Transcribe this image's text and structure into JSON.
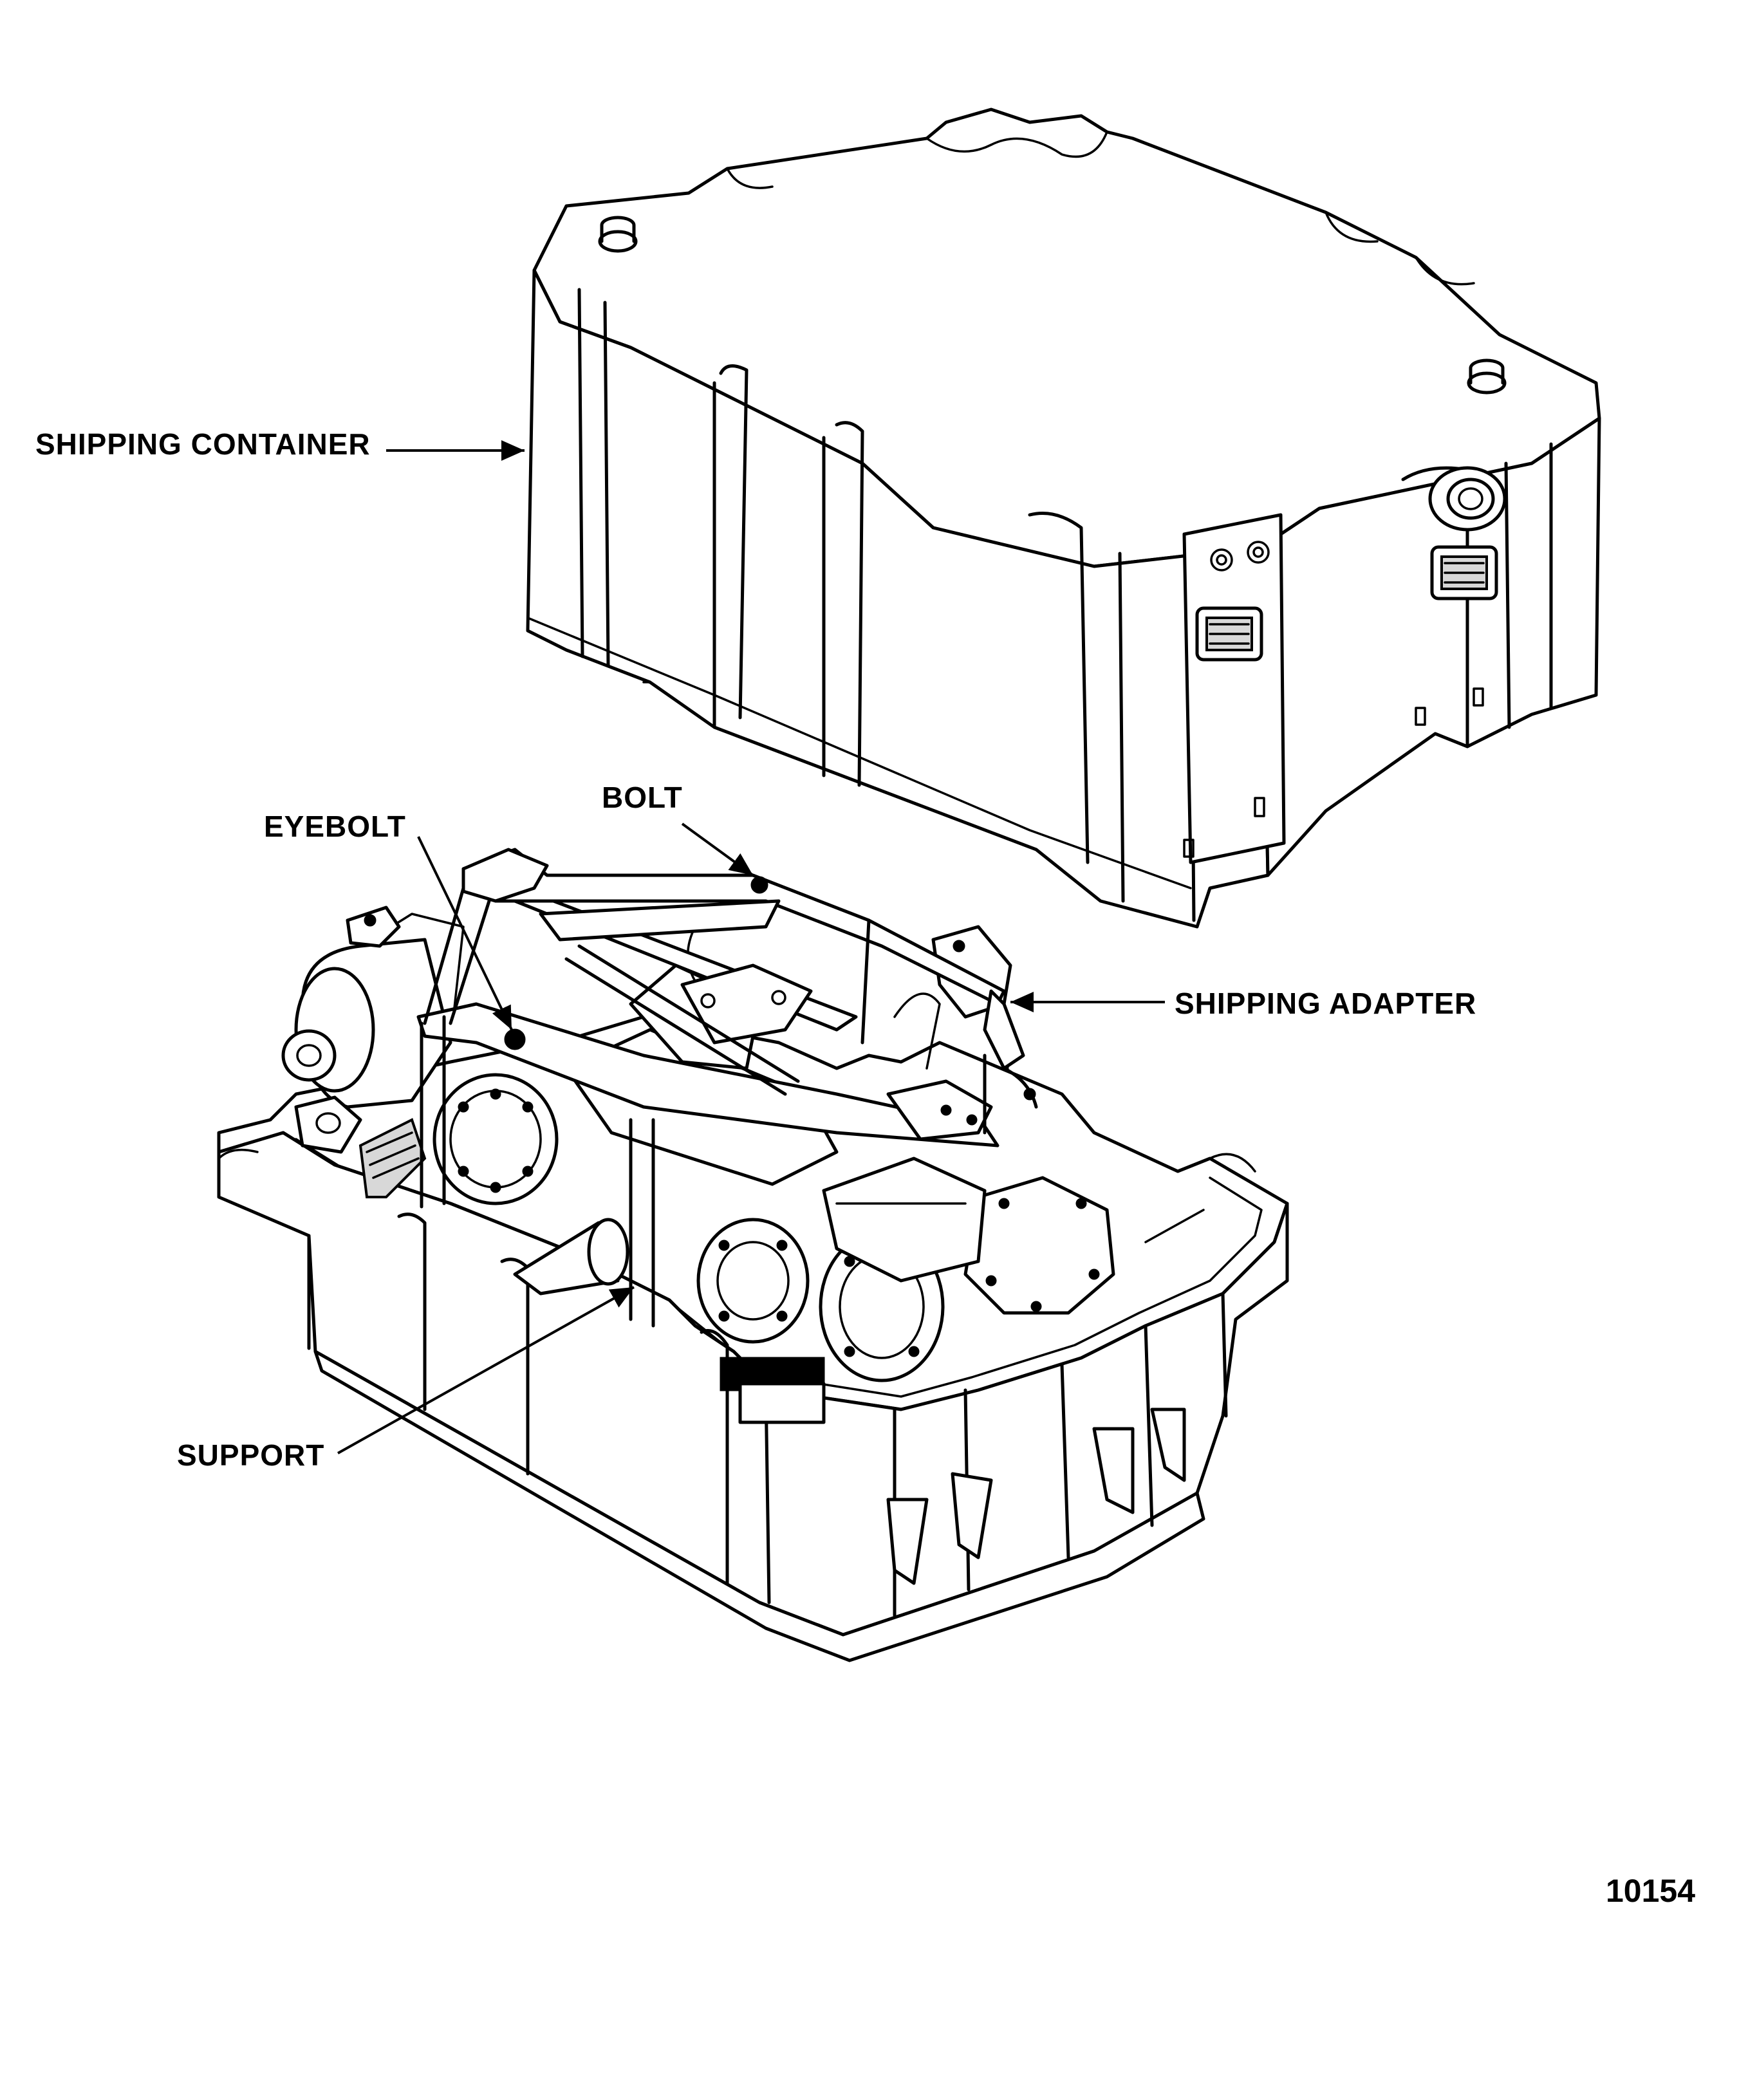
{
  "labels": {
    "shipping_container": "SHIPPING CONTAINER",
    "bolt": "BOLT",
    "eyebolt": "EYEBOLT",
    "shipping_adapter": "SHIPPING ADAPTER",
    "support": "SUPPORT"
  },
  "figure_number": "10154"
}
